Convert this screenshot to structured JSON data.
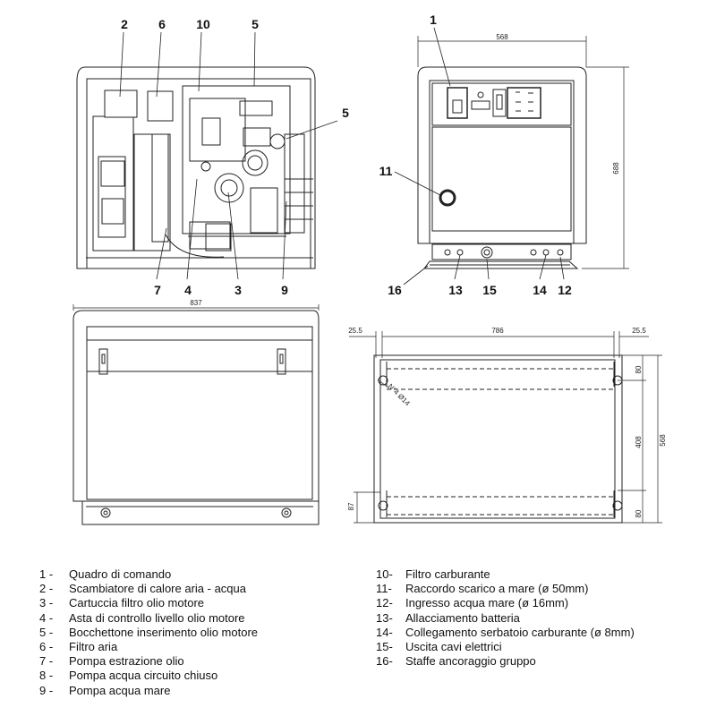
{
  "callouts": [
    "1",
    "2",
    "3",
    "4",
    "5",
    "5",
    "6",
    "9",
    "10",
    "11",
    "12",
    "13",
    "14",
    "15",
    "16",
    "7"
  ],
  "dimensions": {
    "front_width": "568",
    "front_height": "688",
    "side_width": "837",
    "base_width": "786",
    "base_side_left": "25.5",
    "base_side_right": "25.5",
    "base_depth": "568",
    "base_inner": "408",
    "base_edge_top": "80",
    "base_edge_bottom": "80",
    "base_hole_offset": "87",
    "holes": "N°4 Ø14"
  },
  "legend_left": [
    {
      "n": "1 -",
      "text": "Quadro di comando"
    },
    {
      "n": "2 -",
      "text": "Scambiatore di calore aria - acqua"
    },
    {
      "n": "3 -",
      "text": "Cartuccia filtro olio motore"
    },
    {
      "n": "4 -",
      "text": "Asta di controllo livello olio motore"
    },
    {
      "n": "5 -",
      "text": "Bocchettone inserimento olio motore"
    },
    {
      "n": "6 -",
      "text": "Filtro aria"
    },
    {
      "n": "7 -",
      "text": "Pompa estrazione olio"
    },
    {
      "n": "8 -",
      "text": "Pompa acqua circuito chiuso"
    },
    {
      "n": "9 -",
      "text": "Pompa acqua mare"
    }
  ],
  "legend_right": [
    {
      "n": "10-",
      "text": "Filtro carburante"
    },
    {
      "n": "11-",
      "text": "Raccordo scarico a mare (ø 50mm)"
    },
    {
      "n": "12-",
      "text": "Ingresso acqua mare (ø 16mm)"
    },
    {
      "n": "13-",
      "text": "Allacciamento batteria"
    },
    {
      "n": "14-",
      "text": "Collegamento serbatoio carburante (ø 8mm)"
    },
    {
      "n": "15-",
      "text": "Uscita cavi elettrici"
    },
    {
      "n": "16-",
      "text": "Staffe ancoraggio gruppo"
    }
  ]
}
